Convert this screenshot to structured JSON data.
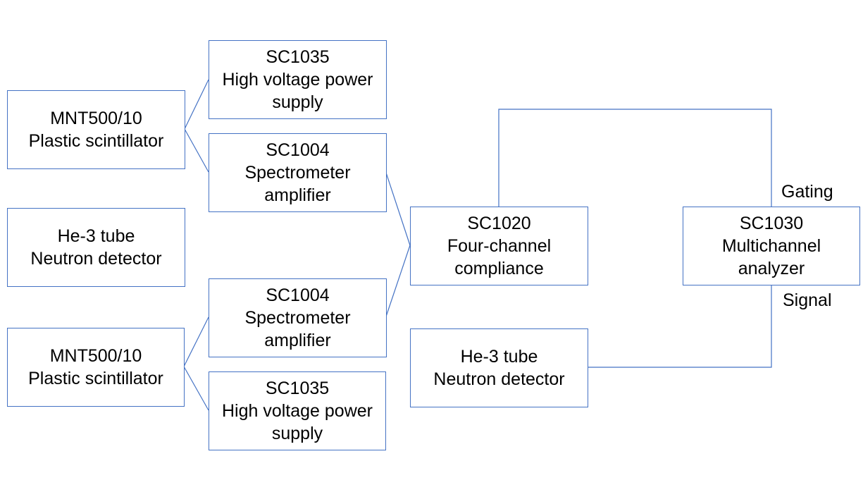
{
  "diagram": {
    "line_color": "#4472C4",
    "nodes": {
      "scint_top": {
        "line1": "MNT500/10",
        "line2": "Plastic scintillator"
      },
      "hv_top": {
        "line1": "SC1035",
        "line2": "High voltage power",
        "line3": "supply"
      },
      "amp_top": {
        "line1": "SC1004",
        "line2": "Spectrometer",
        "line3": "amplifier"
      },
      "he3_left": {
        "line1": "He-3 tube",
        "line2": "Neutron detector"
      },
      "scint_bottom": {
        "line1": "MNT500/10",
        "line2": "Plastic scintillator"
      },
      "amp_bottom": {
        "line1": "SC1004",
        "line2": "Spectrometer",
        "line3": "amplifier"
      },
      "hv_bottom": {
        "line1": "SC1035",
        "line2": "High voltage power",
        "line3": "supply"
      },
      "coincidence": {
        "line1": "SC1020",
        "line2": "Four-channel",
        "line3": "compliance"
      },
      "mca": {
        "line1": "SC1030",
        "line2": "Multichannel",
        "line3": "analyzer"
      },
      "he3_right": {
        "line1": "He-3 tube",
        "line2": "Neutron detector"
      }
    },
    "edge_labels": {
      "gating": "Gating",
      "signal": "Signal"
    },
    "edges": [
      {
        "from": "scint_top",
        "to": "hv_top"
      },
      {
        "from": "scint_top",
        "to": "amp_top"
      },
      {
        "from": "scint_bottom",
        "to": "amp_bottom"
      },
      {
        "from": "scint_bottom",
        "to": "hv_bottom"
      },
      {
        "from": "amp_top",
        "to": "coincidence"
      },
      {
        "from": "amp_bottom",
        "to": "coincidence"
      },
      {
        "from": "coincidence",
        "to": "mca",
        "label": "Gating"
      },
      {
        "from": "he3_right",
        "to": "mca",
        "label": "Signal"
      }
    ]
  }
}
